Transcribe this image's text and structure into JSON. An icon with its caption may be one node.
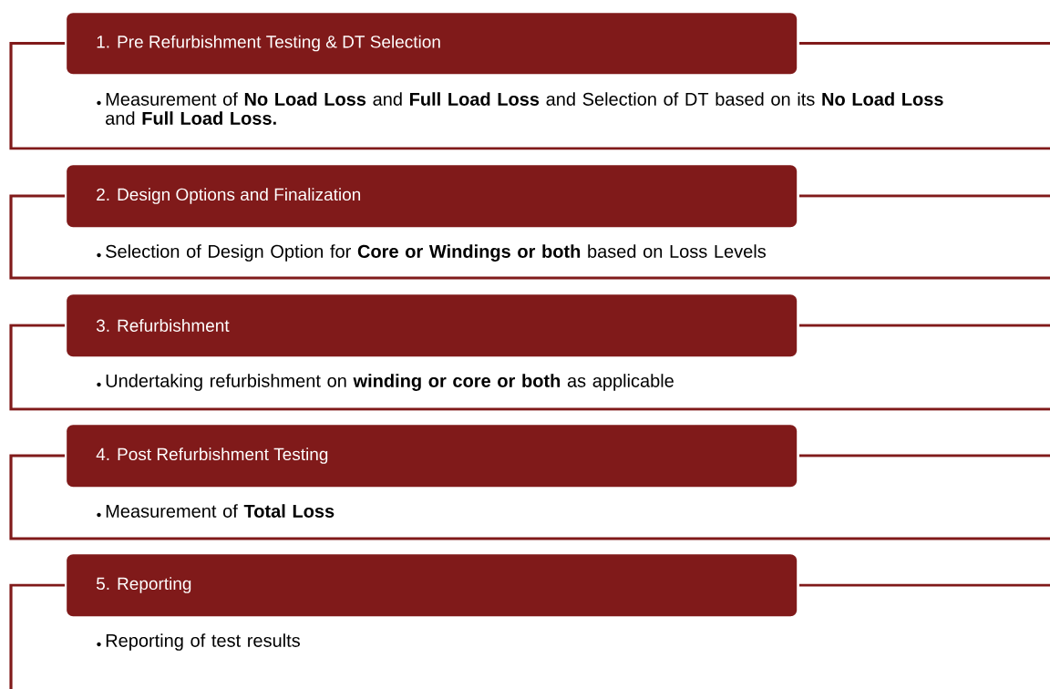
{
  "diagram": {
    "nodes": [
      {
        "text": [
          "1. Pre Refurbishment Testing & DT Selection",
          "Measurement of **No Load Loss** and **Full Load Loss** and Selection of DT based on its **No Load Loss** and **Full Load Loss.**"
        ]
      },
      {
        "text": [
          "2. Design Options and Finalization",
          "Selection of Design Option for **Core or Windings or both** based on Loss Levels"
        ]
      },
      {
        "text": [
          "3. Refurbishment",
          "Undertaking refurbishment on **winding or core or both** as applicable"
        ]
      },
      {
        "text": [
          "4. Post Refurbishment Testing",
          "Measurement of **Total Loss**"
        ]
      },
      {
        "text": [
          "5. Reporting",
          "Reporting of test results"
        ]
      }
    ]
  }
}
